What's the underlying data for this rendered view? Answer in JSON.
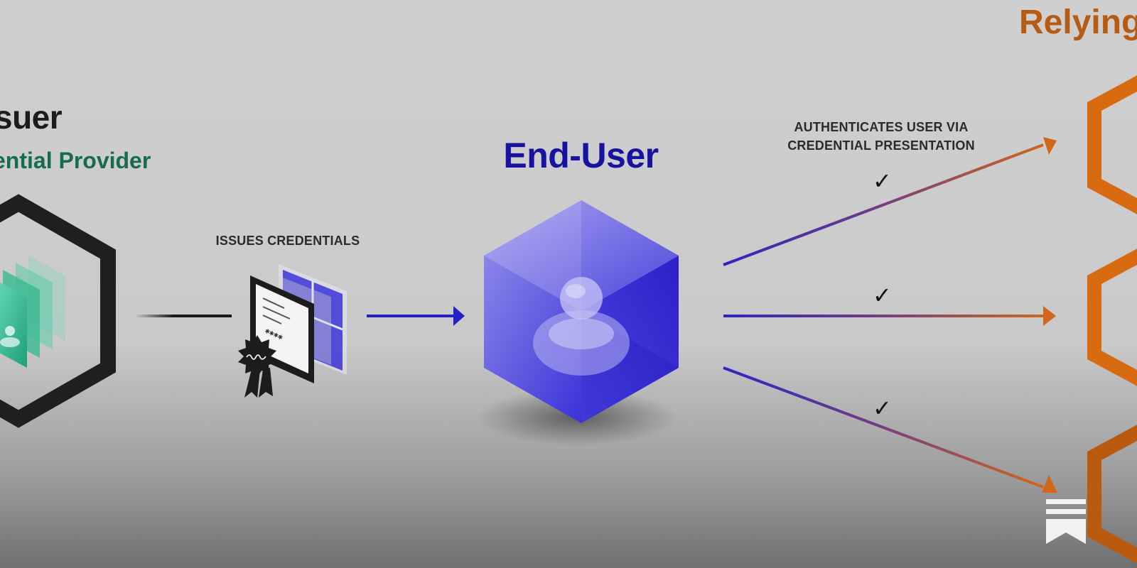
{
  "issuer": {
    "title": "suer",
    "subtitle": "ential Provider"
  },
  "issues_credentials": {
    "label": "ISSUES CREDENTIALS"
  },
  "end_user": {
    "title": "End-User"
  },
  "authentication": {
    "label_line1": "AUTHENTICATES USER VIA",
    "label_line2": "CREDENTIAL PRESENTATION",
    "check_glyph": "✓"
  },
  "relying_party": {
    "title": "Relying"
  },
  "colors": {
    "issuer_green": "#176c4c",
    "end_user_blue": "#1812a0",
    "relying_orange": "#b75a12",
    "arrow_blue": "#2420c8",
    "hex_orange": "#d86a10",
    "hex_dark": "#1f1f1f"
  },
  "icons": {
    "issuer_hexagon": "hexagon-icon",
    "credential_stack": "credential-stack-icon",
    "certificate": "certificate-icon",
    "seal": "seal-icon",
    "user_cube": "user-cube-icon",
    "relying_hexagons": "hexagon-icon",
    "bookmark": "bookmark-icon"
  }
}
